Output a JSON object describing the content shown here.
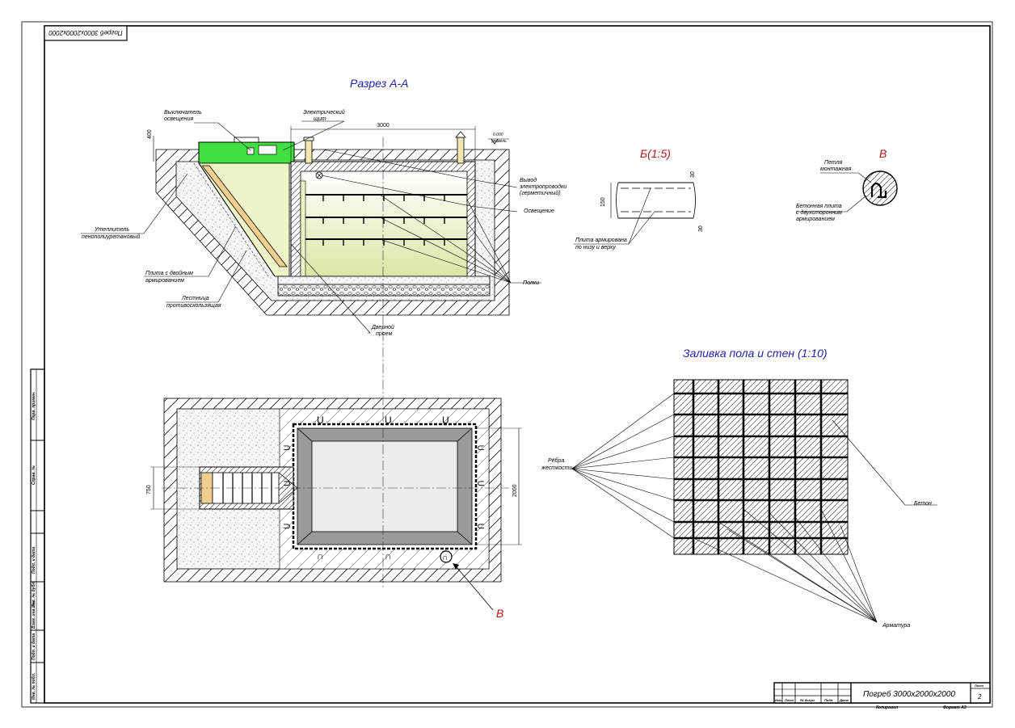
{
  "stamp_top": "Погреб 3000x2000x2000",
  "section": {
    "title": "Разрез А-А",
    "dim_width": "3000",
    "dim_left": "400",
    "level_top": "0.000",
    "level_sub": "уровень",
    "label_switch": [
      "Выключатель",
      "освещения"
    ],
    "label_panel": [
      "Электрический",
      "щит"
    ],
    "label_insulation": [
      "Утеплитель",
      "пенополиуретановый"
    ],
    "label_slab": [
      "Плита с двойным",
      "армированием"
    ],
    "label_ladder": [
      "Лестница",
      "противоскользящая"
    ],
    "label_door": [
      "Дверной",
      "проем"
    ],
    "label_wiring": [
      "Вывод",
      "электропроводки",
      "(герметичный)"
    ],
    "label_light": "Освещение",
    "label_shelves": "Полки"
  },
  "detail_b": {
    "title": "Б(1:5)",
    "dim_150": "150",
    "dim_30a": "30",
    "dim_30b": "30",
    "label": [
      "Плита армирована",
      "по низу и верху"
    ]
  },
  "detail_v": {
    "title": "В",
    "label_loop": [
      "Петля",
      "монтажная"
    ],
    "label_slab": [
      "Бетонная плита",
      "с двухсторонним",
      "армированием"
    ]
  },
  "plan": {
    "dim_750": "750",
    "dim_2000": "2000",
    "callout": "В"
  },
  "pour": {
    "title": "Заливка пола и стен (1:10)",
    "label_ribs": [
      "Рёбра",
      "жесткости"
    ],
    "label_concrete": "Бетон",
    "label_rebar": "Арматура"
  },
  "title_block": {
    "name": "Погреб 3000x2000x2000",
    "sheet_label": "Лист",
    "sheet_no": "2",
    "copied": "Копировал",
    "format": "Формат  А3",
    "cols": [
      "Изм.",
      "Лист",
      "№ докум.",
      "Подп.",
      "Дата"
    ]
  },
  "side_stamp": [
    "Перв. примен.",
    "Справ. №",
    "Подп. и дата",
    "Инв. № дубл.",
    "Взам. инв. №",
    "Подп. и дата",
    "Инв. № подл."
  ],
  "colors": {
    "title_blue": "#1f1fa8",
    "callout_red": "#b01818",
    "electrical_green": "#3fe03f",
    "interior_yellow_green": "#eef3c8",
    "wood": "#f2cf8e",
    "floor_gray": "#9a9a9a"
  }
}
